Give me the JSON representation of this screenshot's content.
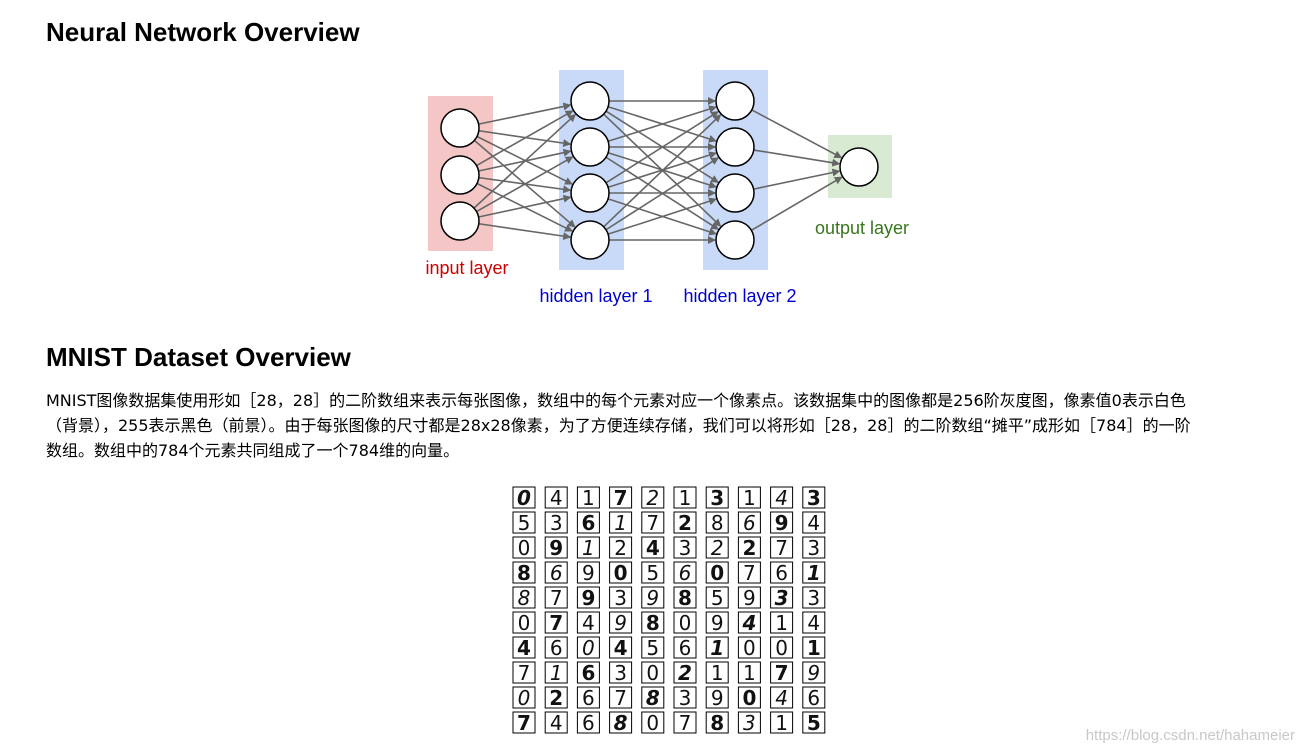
{
  "section1": {
    "title": "Neural Network Overview"
  },
  "diagram": {
    "input_label": "input layer",
    "hidden1_label": "hidden layer 1",
    "hidden2_label": "hidden layer 2",
    "output_label": "output layer",
    "colors": {
      "input_bg": "#f4c7c6",
      "hidden_bg": "#c9daf8",
      "output_bg": "#d9ead3",
      "input_text": "#cc0000",
      "hidden_text": "#0000cc",
      "output_text": "#38761d",
      "edge": "#666666"
    },
    "layer_sizes": [
      3,
      4,
      4,
      1
    ]
  },
  "section2": {
    "title": "MNIST Dataset Overview",
    "lines": [
      "MNIST图像数据集使用形如［28，28］的二阶数组来表示每张图像，数组中的每个元素对应一个像素点。该数据集中的图像都是256阶灰度图，像素值0表示白色",
      "（背景），255表示黑色（前景）。由于每张图像的尺寸都是28x28像素，为了方便连续存储，我们可以将形如［28，28］的二阶数组“摊平”成形如［784］的一阶",
      "数组。数组中的784个元素共同组成了一个784维的向量。"
    ]
  },
  "mnist_grid": {
    "digits": [
      "0417213143",
      "5361728694",
      "0912432273",
      "8690560761",
      "8793985933",
      "0749809414",
      "4604561001",
      "7163021179",
      "0267839046",
      "7468078315"
    ]
  },
  "watermark": "https://blog.csdn.net/hahameier"
}
